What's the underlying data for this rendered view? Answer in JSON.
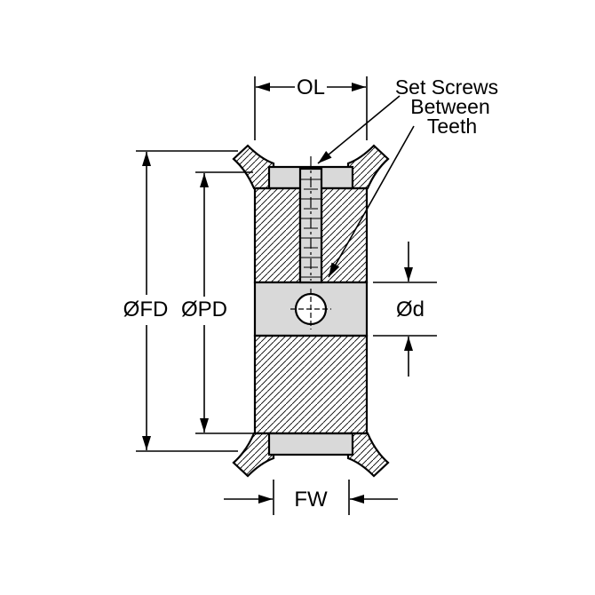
{
  "labels": {
    "ol": "OL",
    "fd": "ØFD",
    "pd": "ØPD",
    "d": "Ød",
    "fw": "FW"
  },
  "annotation": {
    "set_screws_line1": "Set Screws",
    "set_screws_line2": "Between",
    "set_screws_line3": "Teeth"
  },
  "colors": {
    "line": "#000000",
    "fill_light": "#d9d9d9",
    "background": "#ffffff"
  }
}
